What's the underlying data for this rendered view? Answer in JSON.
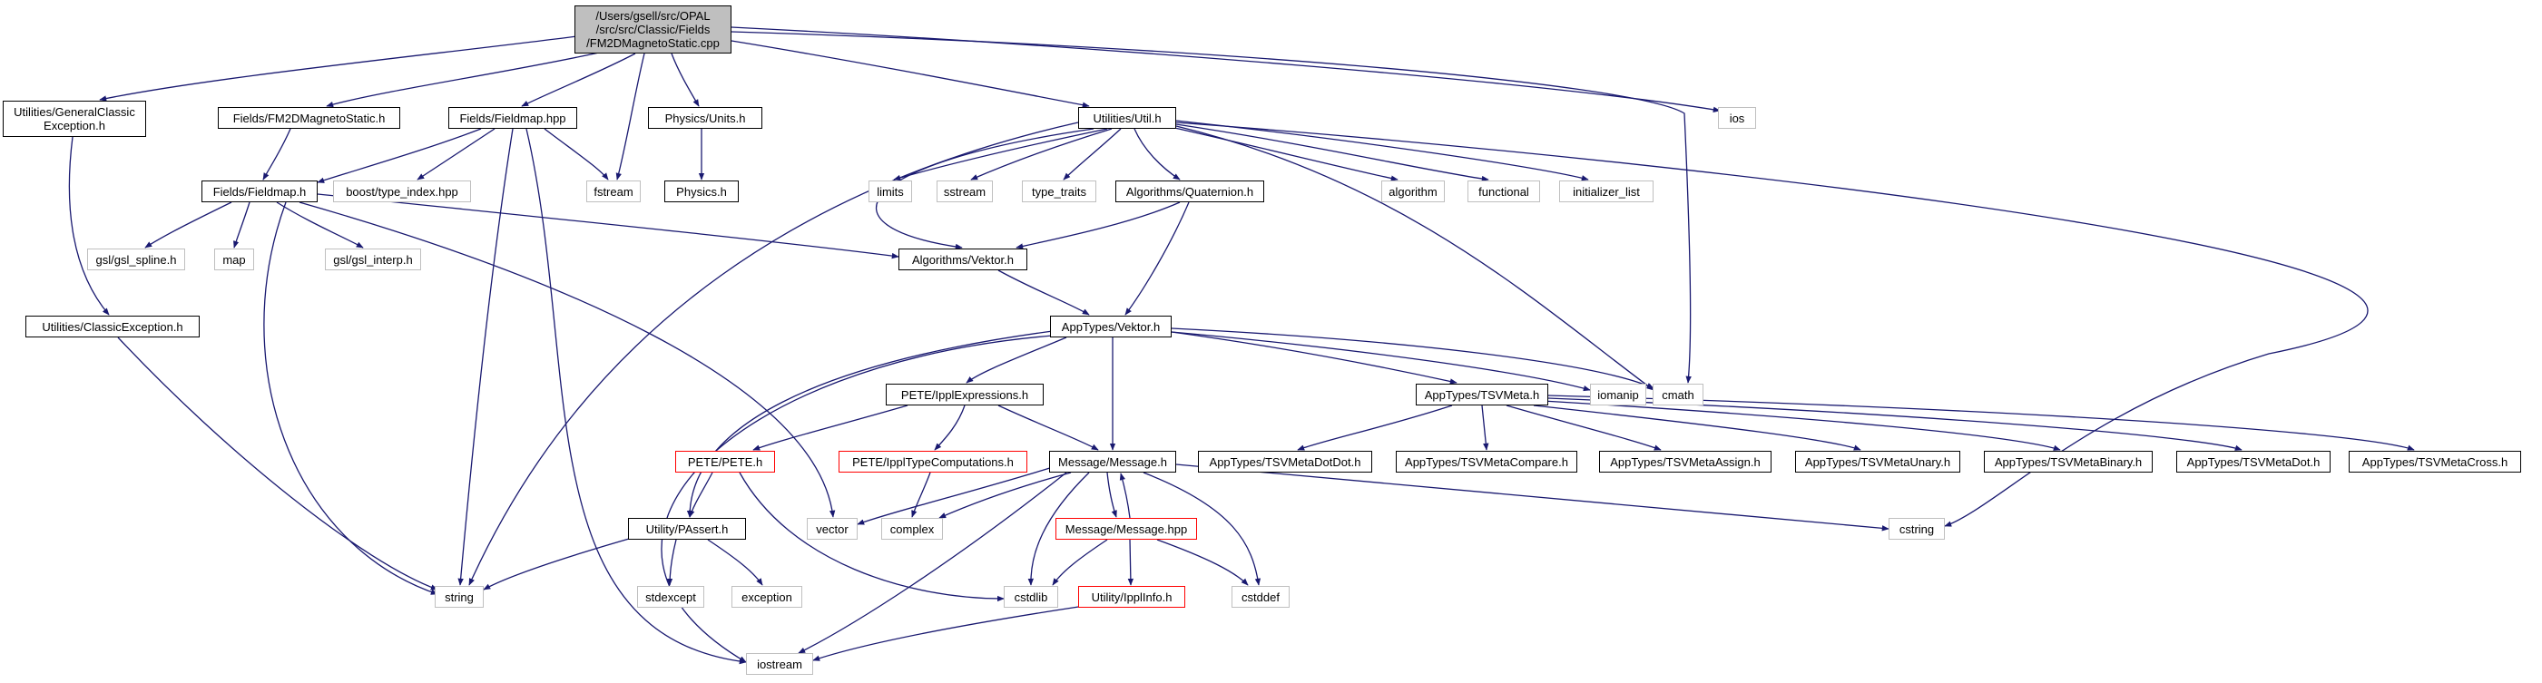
{
  "colors": {
    "edge": "#191970",
    "root_fill": "#bfbfbf",
    "local_border": "#000000",
    "system_border": "#bfbfbf",
    "truncated_border": "#ff0000"
  },
  "nodes": {
    "root": "/Users/gsell/src/OPAL\n/src/src/Classic/Fields\n/FM2DMagnetoStatic.cpp",
    "general_classic_exception": "Utilities/GeneralClassic\nException.h",
    "fm2d_h": "Fields/FM2DMagnetoStatic.h",
    "fieldmap_hpp": "Fields/Fieldmap.hpp",
    "units_h": "Physics/Units.h",
    "util_h": "Utilities/Util.h",
    "ios": "ios",
    "fieldmap_h": "Fields/Fieldmap.h",
    "boost_type_index": "boost/type_index.hpp",
    "fstream": "fstream",
    "physics_h": "Physics.h",
    "limits": "limits",
    "sstream": "sstream",
    "type_traits": "type_traits",
    "quaternion_h": "Algorithms/Quaternion.h",
    "algorithm": "algorithm",
    "functional": "functional",
    "initializer_list": "initializer_list",
    "gsl_spline": "gsl/gsl_spline.h",
    "map": "map",
    "gsl_interp": "gsl/gsl_interp.h",
    "algorithms_vektor": "Algorithms/Vektor.h",
    "classic_exception": "Utilities/ClassicException.h",
    "apptypes_vektor": "AppTypes/Vektor.h",
    "ippl_expressions": "PETE/IpplExpressions.h",
    "tsv_meta": "AppTypes/TSVMeta.h",
    "iomanip": "iomanip",
    "cmath": "cmath",
    "pete_h": "PETE/PETE.h",
    "ippl_type_computations": "PETE/IpplTypeComputations.h",
    "message_h": "Message/Message.h",
    "tsv_dotdot": "AppTypes/TSVMetaDotDot.h",
    "tsv_compare": "AppTypes/TSVMetaCompare.h",
    "tsv_assign": "AppTypes/TSVMetaAssign.h",
    "tsv_unary": "AppTypes/TSVMetaUnary.h",
    "tsv_binary": "AppTypes/TSVMetaBinary.h",
    "tsv_dot": "AppTypes/TSVMetaDot.h",
    "tsv_cross": "AppTypes/TSVMetaCross.h",
    "vector": "vector",
    "complex": "complex",
    "message_hpp": "Message/Message.hpp",
    "cstring": "cstring",
    "passert": "Utility/PAssert.h",
    "string": "string",
    "stdexcept": "stdexcept",
    "exception": "exception",
    "cstdlib": "cstdlib",
    "ippl_info": "Utility/IpplInfo.h",
    "cstddef": "cstddef",
    "iostream": "iostream"
  }
}
